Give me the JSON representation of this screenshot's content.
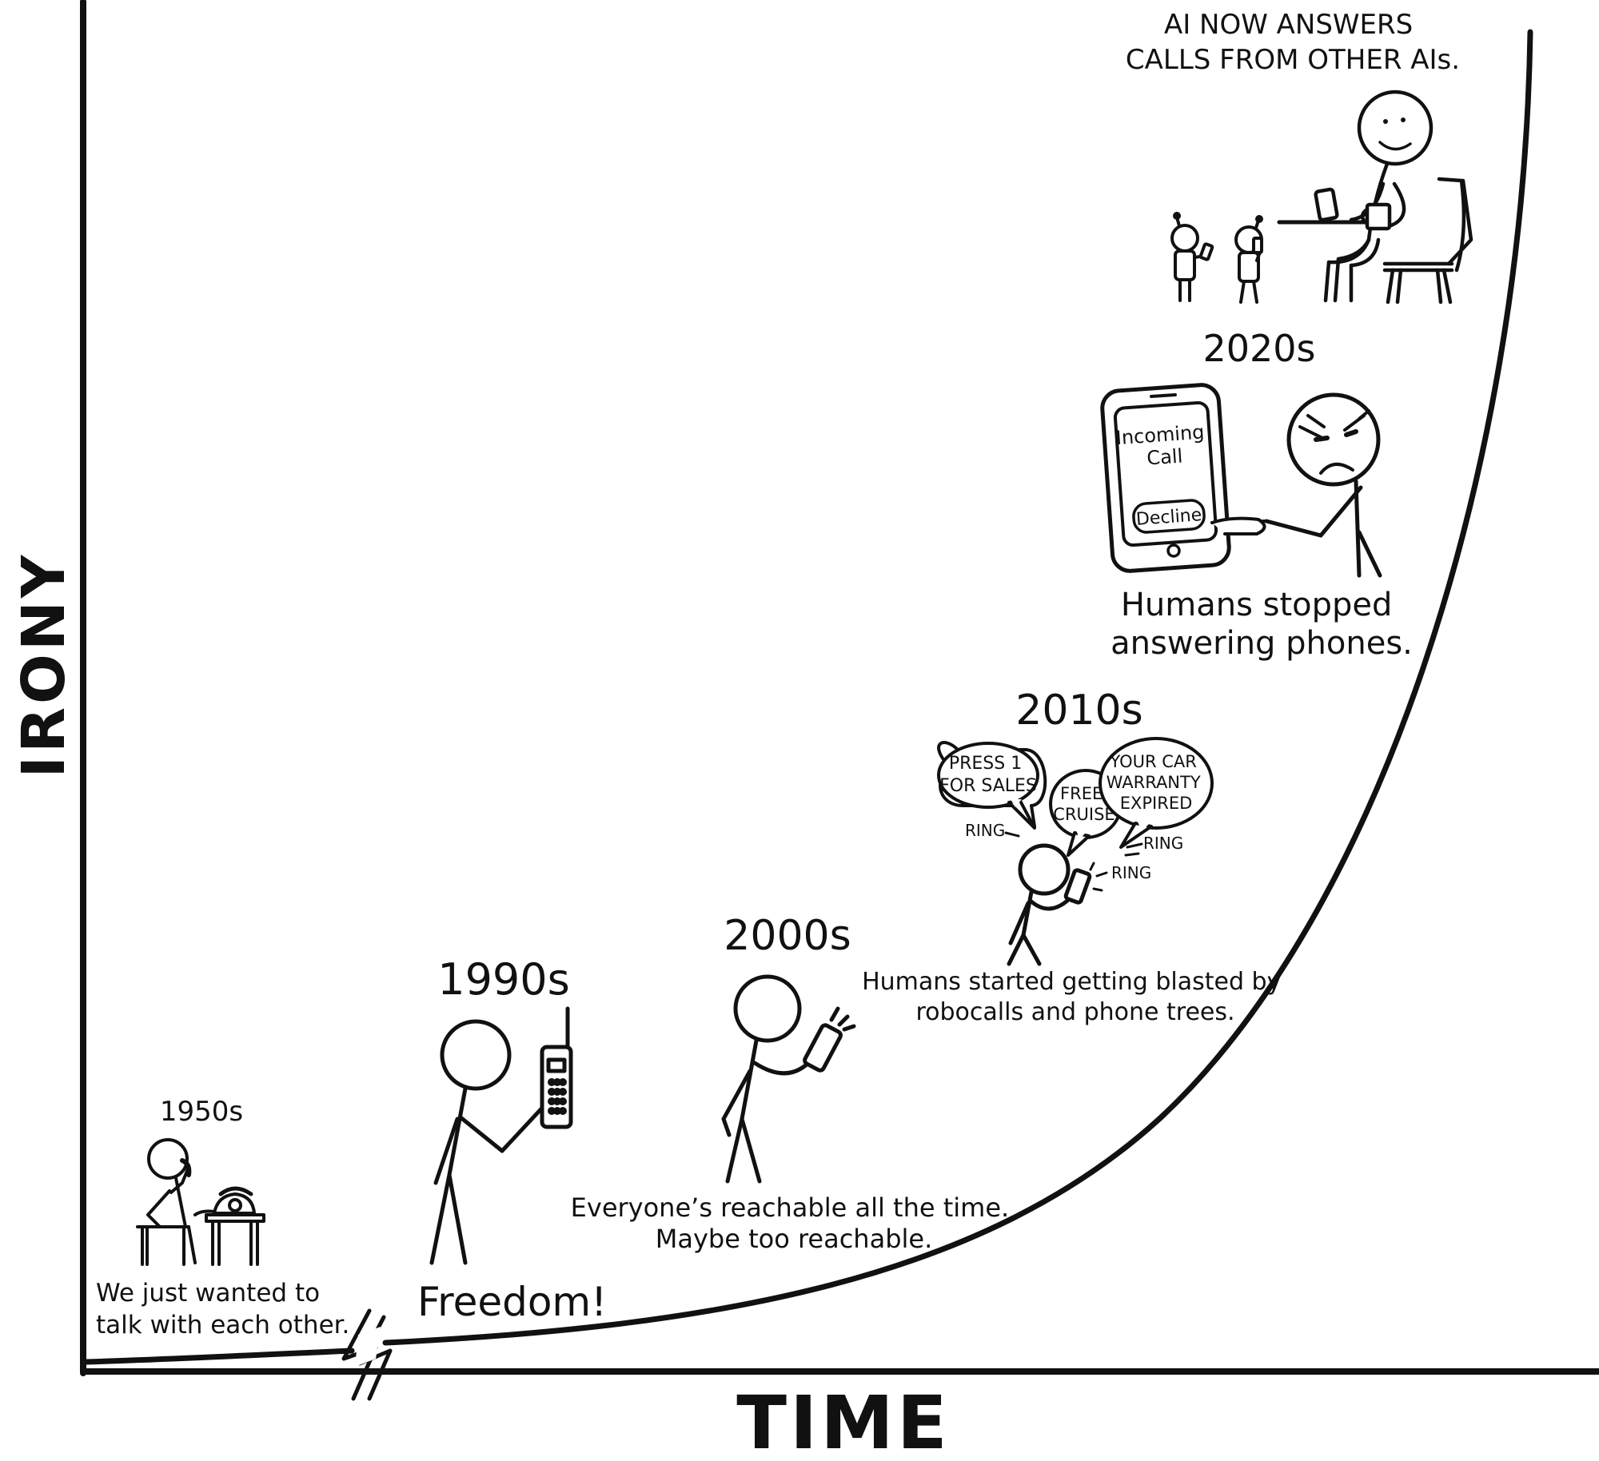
{
  "axes": {
    "y_label": "IRONY",
    "x_label": "TIME"
  },
  "eras": {
    "e1950": {
      "year": "1950s",
      "caption": [
        "We just wanted to",
        "talk with each other."
      ]
    },
    "e1990": {
      "year": "1990s",
      "caption": [
        "Freedom!"
      ]
    },
    "e2000": {
      "year": "2000s",
      "caption": [
        "Everyone’s reachable all the time.",
        "Maybe too reachable."
      ]
    },
    "e2010": {
      "year": "2010s",
      "bubbles": {
        "press1": [
          "PRESS 1",
          "FOR SALES"
        ],
        "cruise": [
          "FREE",
          "CRUISE"
        ],
        "warranty": [
          "YOUR CAR",
          "WARRANTY",
          "EXPIRED"
        ]
      },
      "ring": "RING",
      "caption": [
        "Humans started getting blasted by",
        "robocalls and phone trees."
      ]
    },
    "e2020": {
      "year": "2020s",
      "phone_screen": [
        "Incoming",
        "Call"
      ],
      "decline_button": "Decline",
      "caption": [
        "Humans stopped",
        "answering phones."
      ]
    },
    "eAI": {
      "caption": [
        "AI NOW ANSWERS",
        "CALLS FROM OTHER AIs."
      ]
    }
  }
}
